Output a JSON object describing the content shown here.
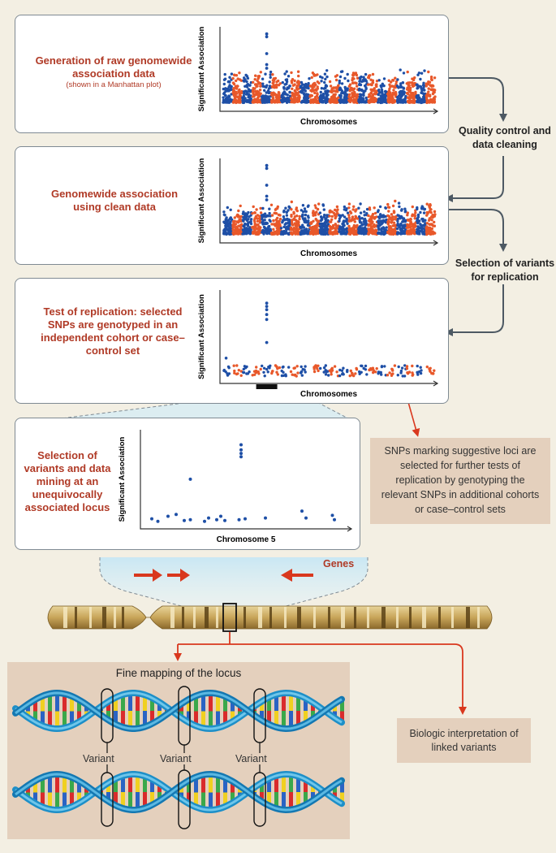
{
  "panels": [
    {
      "title": "Generation of raw genomewide association data",
      "subtitle": "(shown in a Manhattan plot)",
      "ylabel": "Significant Association",
      "xlabel": "Chromosomes"
    },
    {
      "title": "Genomewide association using clean data",
      "ylabel": "Significant Association",
      "xlabel": "Chromosomes"
    },
    {
      "title": "Test of replication: selected SNPs are genotyped in an independent cohort or case–control set",
      "ylabel": "Significant Association",
      "xlabel": "Chromosomes"
    },
    {
      "title": "Selection of variants and data mining at an unequivocally associated locus",
      "ylabel": "Significant Association",
      "xlabel": "Chromosome 5"
    }
  ],
  "steps": {
    "quality_control": "Quality control and data cleaning",
    "selection": "Selection of variants for replication"
  },
  "note_suggestive": "SNPs marking suggestive loci are selected for further tests of replication by genotyping the relevant SNPs in additional cohorts or case–control sets",
  "genes_label": "Genes",
  "fine_mapping": {
    "title": "Fine mapping of the locus",
    "variant_labels": [
      "Variant",
      "Variant",
      "Variant"
    ]
  },
  "biologic": "Biologic interpretation of linked variants",
  "colors": {
    "accent_red": "#d9381e",
    "series_orange": "#e8582a",
    "series_blue": "#1e4fa6",
    "tan": "#e4d0bd",
    "panel_border": "#7f8a93"
  }
}
